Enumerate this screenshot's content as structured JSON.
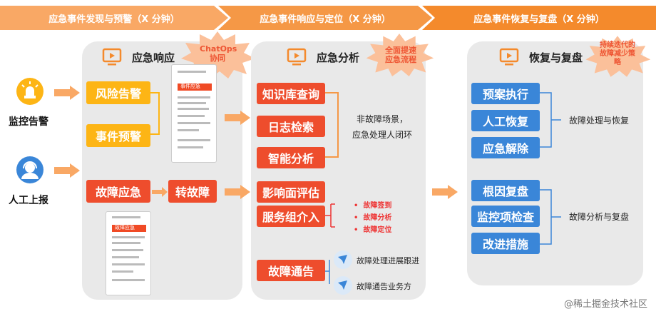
{
  "phases": [
    "应急事件发现与预警（X 分钟）",
    "应急事件响应与定位（X 分钟）",
    "应急事件恢复与复盘（X 分钟）"
  ],
  "sources": [
    {
      "label": "监控告警",
      "icon": "alarm-light-icon"
    },
    {
      "label": "人工上报",
      "icon": "person-headset-icon"
    }
  ],
  "panel1": {
    "title": "应急响应",
    "burst": "ChatOps协同",
    "boxes": [
      "风险告警",
      "事件预警",
      "故障应急",
      "转故障"
    ],
    "phone_top_title": "事件应急",
    "phone_bottom_title": "故障应急"
  },
  "panel2": {
    "title": "应急分析",
    "burst": "全面提速应急流程",
    "boxes": [
      "知识库查询",
      "日志检索",
      "智能分析",
      "影响面评估",
      "服务组介入",
      "故障通告"
    ],
    "note_line1": "非故障场景，",
    "note_line2": "应急处理人闭环",
    "bullets": [
      "故障签到",
      "故障分析",
      "故障定位"
    ],
    "notice_items": [
      "故障处理进展跟进",
      "故障通告业务方"
    ]
  },
  "panel3": {
    "title": "恢复与复盘",
    "burst": "持续迭代的故障减少策略",
    "group1": [
      "预案执行",
      "人工恢复",
      "应急解除"
    ],
    "group1_label": "故障处理与恢复",
    "group2": [
      "根因复盘",
      "监控项检查",
      "改进措施"
    ],
    "group2_label": "故障分析与复盘"
  },
  "watermark": "@稀土掘金技术社区",
  "colors": {
    "yellow": "#fdb515",
    "red": "#ee4d2d",
    "blue": "#3a86d8",
    "orange": "#f48a2c"
  }
}
